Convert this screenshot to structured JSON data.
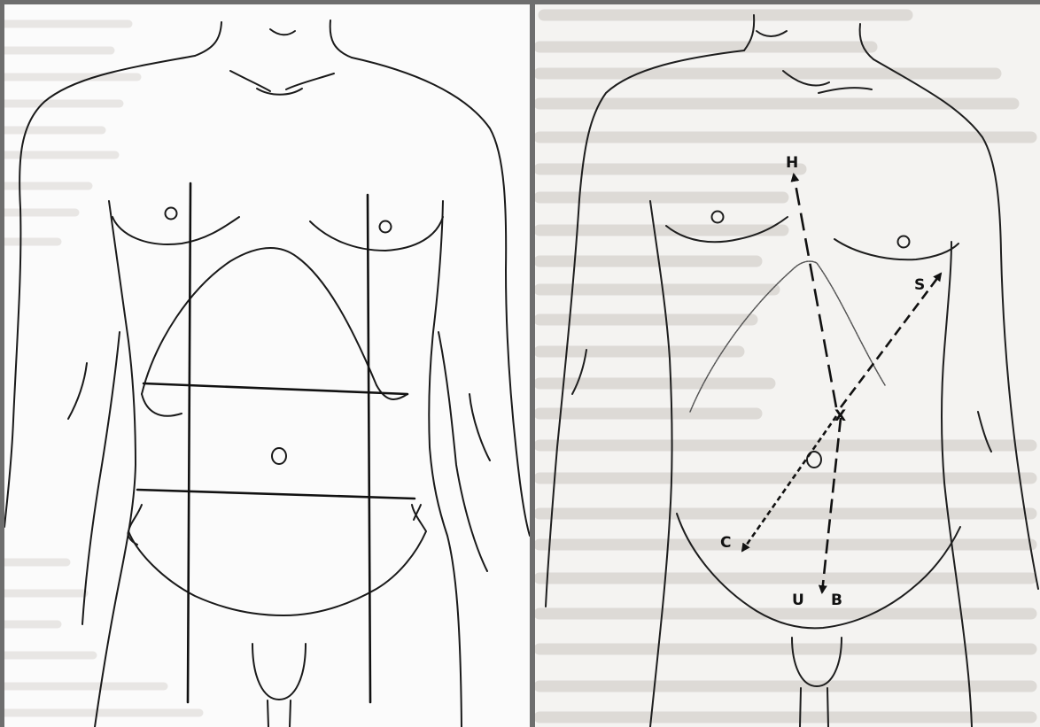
{
  "figure": {
    "left_panel": {
      "description_label": ""
    },
    "right_panel": {
      "origin_label": "X",
      "vectors": [
        {
          "id": "H",
          "label": "H"
        },
        {
          "id": "S",
          "label": "S"
        },
        {
          "id": "C",
          "label": "C"
        },
        {
          "id": "U",
          "label": "U"
        },
        {
          "id": "B",
          "label": "B"
        }
      ]
    }
  },
  "colors": {
    "line": "#1a1a1a",
    "arrow": "#111111",
    "bleed_text": "#c9c6c1",
    "frame": "#6e6e6e"
  }
}
